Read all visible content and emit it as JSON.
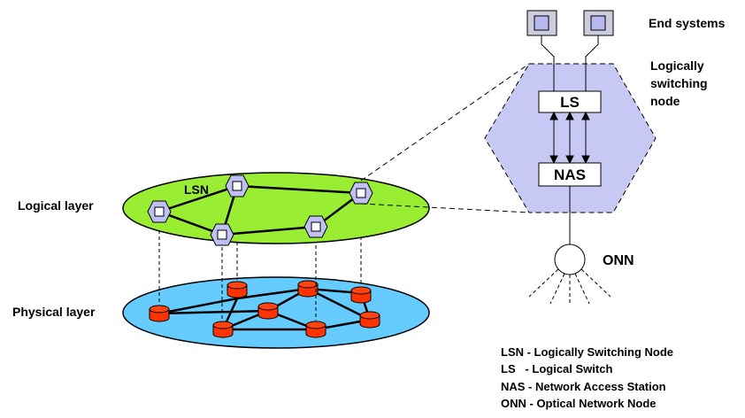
{
  "labels": {
    "end_systems": "End systems",
    "lsn_title_1": "Logically",
    "lsn_title_2": "switching",
    "lsn_title_3": "node",
    "ls": "LS",
    "nas": "NAS",
    "onn": "ONN",
    "lsn_tag": "LSN",
    "logical_layer": "Logical layer",
    "physical_layer": "Physical layer"
  },
  "legend": [
    "LSN - Logically Switching Node",
    "LS   - Logical Switch",
    "NAS - Network Access Station",
    "ONN - Optical Network Node"
  ],
  "colors": {
    "logical_layer": "#99ee33",
    "physical_layer": "#66ccff",
    "hexagon_fill": "#c8c8f5",
    "router": "#ff3300",
    "end_system": "#ccccdd"
  }
}
